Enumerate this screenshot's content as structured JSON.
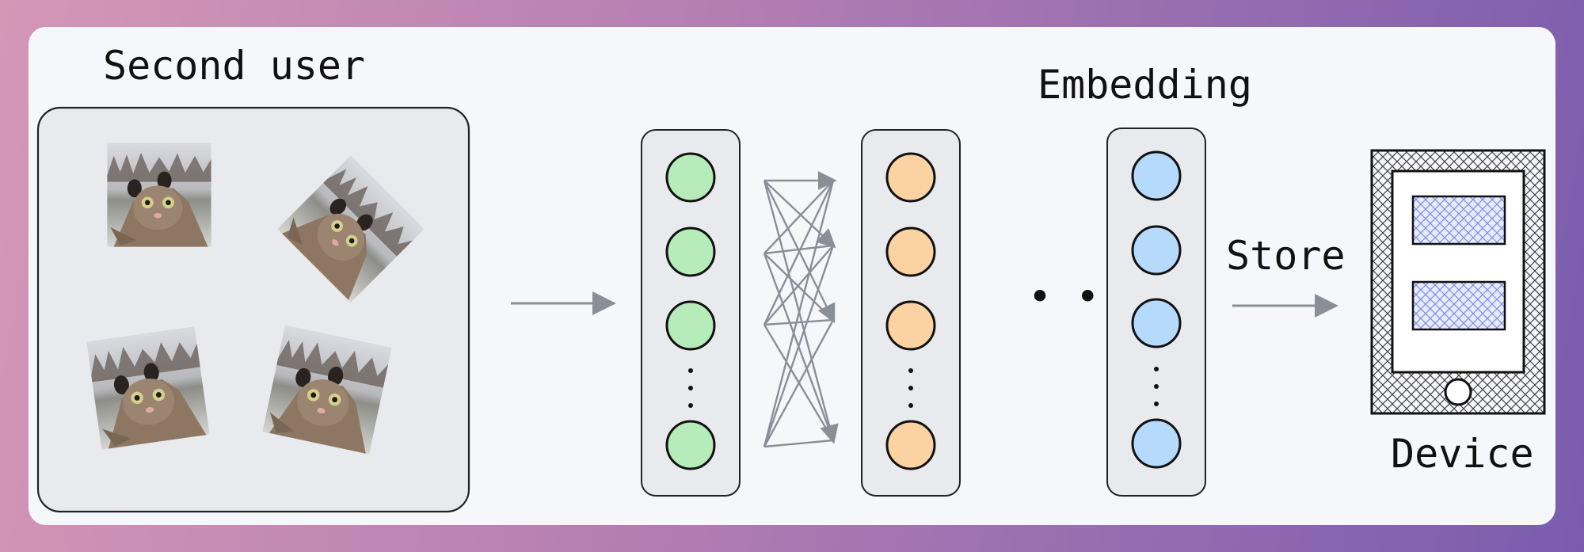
{
  "left_title": "Second user",
  "embedding_label": "Embedding",
  "store_label": "Store",
  "device_label": "Device",
  "ellipsis": "• • •",
  "colors": {
    "green_node": "#b6ecb9",
    "orange_node": "#fbd3a3",
    "blue_node": "#b5dafc",
    "arrow": "#8a8f97",
    "panel_fill": "#e9eaee"
  },
  "images": [
    {
      "name": "cat-dogs-photo-original",
      "rotation_deg": 0
    },
    {
      "name": "cat-dogs-photo-rotated-45",
      "rotation_deg": 45
    },
    {
      "name": "cat-dogs-photo-rotated-neg8",
      "rotation_deg": -8
    },
    {
      "name": "cat-dogs-photo-rotated-12",
      "rotation_deg": 12
    }
  ]
}
